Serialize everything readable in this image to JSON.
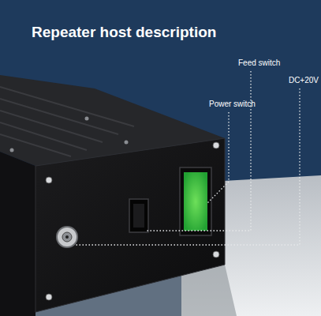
{
  "diagram": {
    "title": "Repeater host description",
    "labels": [
      "Feed switch",
      "DC+20V",
      "Power switch"
    ]
  }
}
